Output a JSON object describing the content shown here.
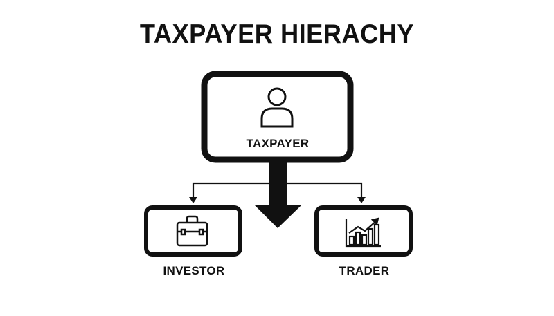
{
  "title": "TAXPAYER HIERACHY",
  "nodes": {
    "taxpayer": {
      "label": "TAXPAYER",
      "icon": "person-icon"
    },
    "investor": {
      "label": "INVESTOR",
      "icon": "briefcase-icon"
    },
    "trader": {
      "label": "TRADER",
      "icon": "growth-chart-icon"
    }
  },
  "colors": {
    "stroke": "#111111",
    "background": "#ffffff"
  }
}
